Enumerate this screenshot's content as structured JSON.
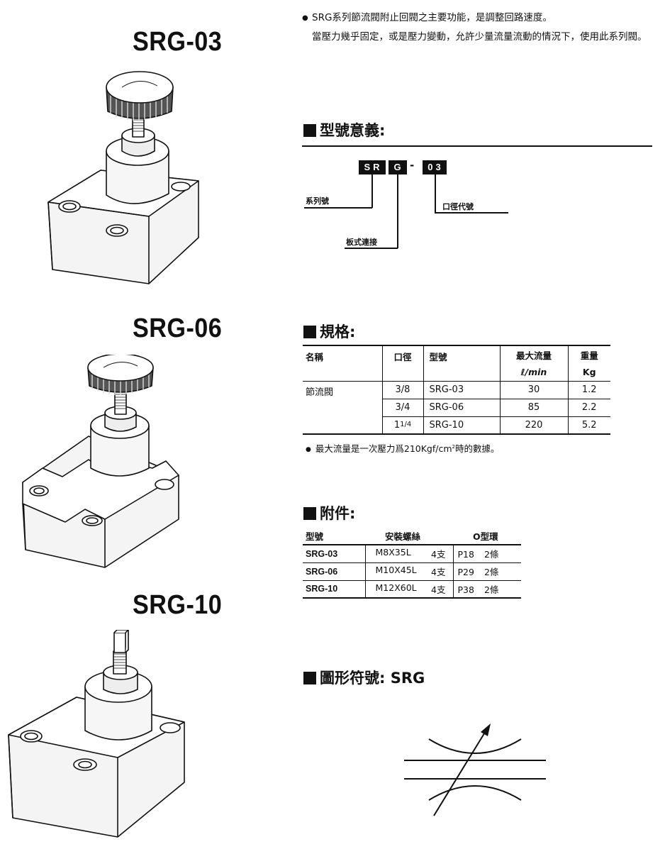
{
  "models": [
    {
      "title": "SRG-03"
    },
    {
      "title": "SRG-06"
    },
    {
      "title": "SRG-10"
    }
  ],
  "intro": {
    "line1": "SRG系列節流閥附止回閥之主要功能，是調整回路速度。",
    "line2": "當壓力幾乎固定，或是壓力變動，允許少量流量流動的情況下，使用此系列閥。"
  },
  "meaning": {
    "heading": "型號意義:",
    "code_series": "SR",
    "code_mount": "G",
    "code_dash": "-",
    "code_size": "03",
    "label_series": "系列號",
    "label_mount": "板式連接",
    "label_size": "口徑代號"
  },
  "spec": {
    "heading": "規格:",
    "headers": {
      "name": "名稱",
      "size": "口徑",
      "model": "型號",
      "flow": "最大流量",
      "flow_unit": "ℓ/min",
      "weight": "重量",
      "weight_unit": "Kg"
    },
    "product_name": "節流閥",
    "rows": [
      {
        "size": "3/8",
        "model": "SRG-03",
        "flow": "30",
        "weight": "1.2"
      },
      {
        "size": "3/4",
        "model": "SRG-06",
        "flow": "85",
        "weight": "2.2"
      },
      {
        "size_whole": "1",
        "size_frac": "1/4",
        "model": "SRG-10",
        "flow": "220",
        "weight": "5.2"
      }
    ],
    "note_before": "最大流量是一次壓力爲210Kgf/cm",
    "note_sup": "2",
    "note_after": "時的數據。"
  },
  "accessories": {
    "heading": "附件:",
    "headers": {
      "model": "型號",
      "bolt": "安裝螺絲",
      "oring": "O型環"
    },
    "rows": [
      {
        "model": "SRG-03",
        "bolt": "M8X35L",
        "bolt_qty": "4支",
        "oring": "P18",
        "oring_qty": "2條"
      },
      {
        "model": "SRG-06",
        "bolt": "M10X45L",
        "bolt_qty": "4支",
        "oring": "P29",
        "oring_qty": "2條"
      },
      {
        "model": "SRG-10",
        "bolt": "M12X60L",
        "bolt_qty": "4支",
        "oring": "P38",
        "oring_qty": "2條"
      }
    ]
  },
  "symbol": {
    "heading": "圖形符號:  SRG"
  }
}
